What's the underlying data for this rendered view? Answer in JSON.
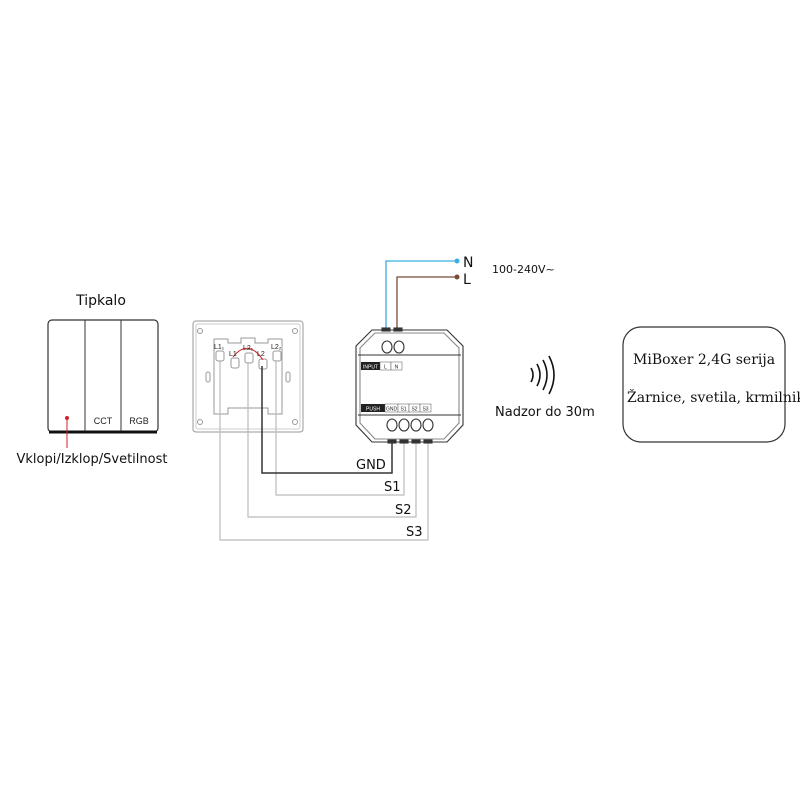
{
  "switch": {
    "title": "Tipkalo",
    "keys": [
      "",
      "CCT",
      "RGB"
    ],
    "callout": "Vklopi/Izklop/Svetilnost"
  },
  "wallplate": {
    "terminals": [
      "L1₁",
      "L1",
      "L2₁",
      "L2",
      "L2₂"
    ]
  },
  "module": {
    "input_label": "INPUT",
    "input_terms": [
      "L",
      "N"
    ],
    "push_label": "PUSH",
    "push_terms": [
      "GND",
      "S1",
      "S2",
      "S3"
    ]
  },
  "mains": {
    "n": "N",
    "l": "L",
    "voltage": "100-240V~"
  },
  "wires": {
    "gnd": "GND",
    "s1": "S1",
    "s2": "S2",
    "s3": "S3"
  },
  "wireless": {
    "range": "Nadzor do 30m"
  },
  "receiver": {
    "line1": "MiBoxer 2,4G serija",
    "line2": "Žarnice, svetila, krmilniki"
  },
  "colors": {
    "n_wire": "#3aaee0",
    "l_wire": "#7a4a3a",
    "red": "#d0202a",
    "grey_wire": "#b8b8b8"
  }
}
